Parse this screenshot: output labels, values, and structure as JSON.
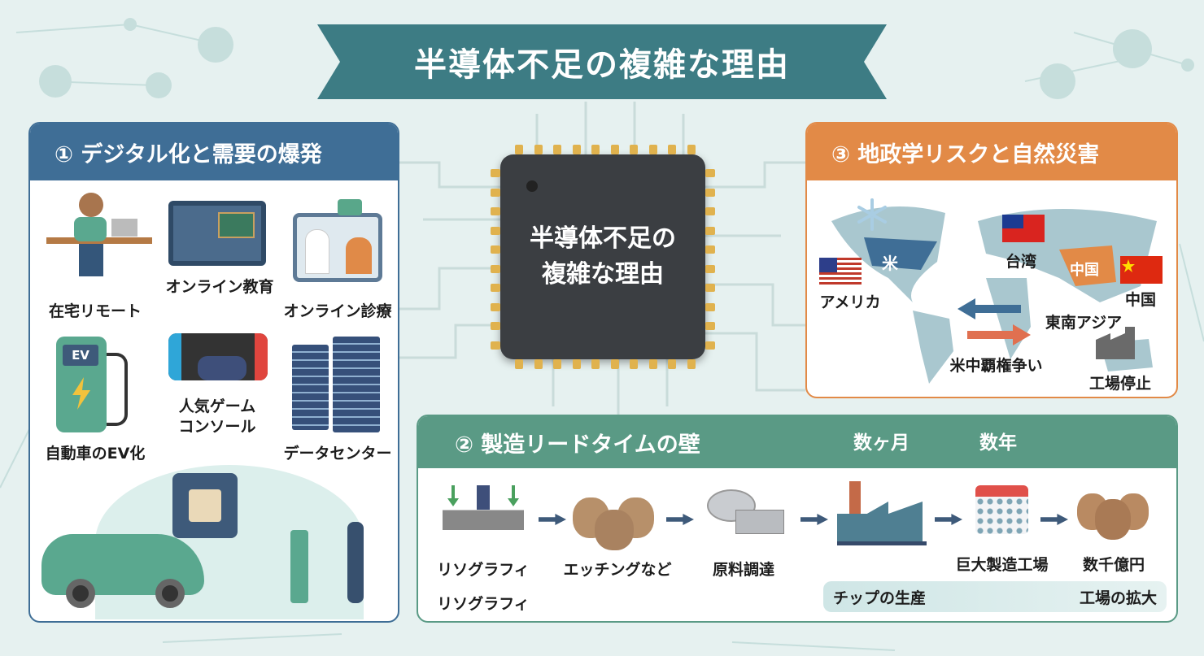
{
  "title": "半導体不足の複雑な理由",
  "chip": {
    "line1": "半導体不足の",
    "line2": "複雑な理由"
  },
  "section1": {
    "header": "① デジタル化と需要の爆発",
    "items": [
      {
        "label": "在宅リモート"
      },
      {
        "label": "オンライン教育"
      },
      {
        "label": "オンライン診療"
      },
      {
        "label": "自動車のEV化"
      },
      {
        "label": "人気ゲーム",
        "label2": "コンソール"
      },
      {
        "label": "データセンター"
      }
    ],
    "ev_sign": "EV"
  },
  "section3": {
    "header": "③ 地政学リスクと自然災害",
    "labels": {
      "usa": "アメリカ",
      "usa_map": "米",
      "taiwan": "台湾",
      "china_map": "中国",
      "china": "中国",
      "sea": "東南アジア",
      "rivalry": "米中覇権争い",
      "factory_stop": "工場停止"
    }
  },
  "section2": {
    "header": "② 製造リードタイムの壁",
    "time1": "数ヶ月",
    "time2": "数年",
    "steps": [
      {
        "label": "リソグラフィ",
        "label2": "リソグラフィ"
      },
      {
        "label": "エッチングなど"
      },
      {
        "label": "原料調達"
      },
      {
        "label": "巨大製造工場"
      },
      {
        "label": "数千億円"
      }
    ],
    "bar_left": "チップの生産",
    "bar_right": "工場の拡大"
  },
  "colors": {
    "teal": "#3d7c84",
    "blue": "#3f6e96",
    "orange": "#e28a47",
    "green": "#5a9a85"
  }
}
